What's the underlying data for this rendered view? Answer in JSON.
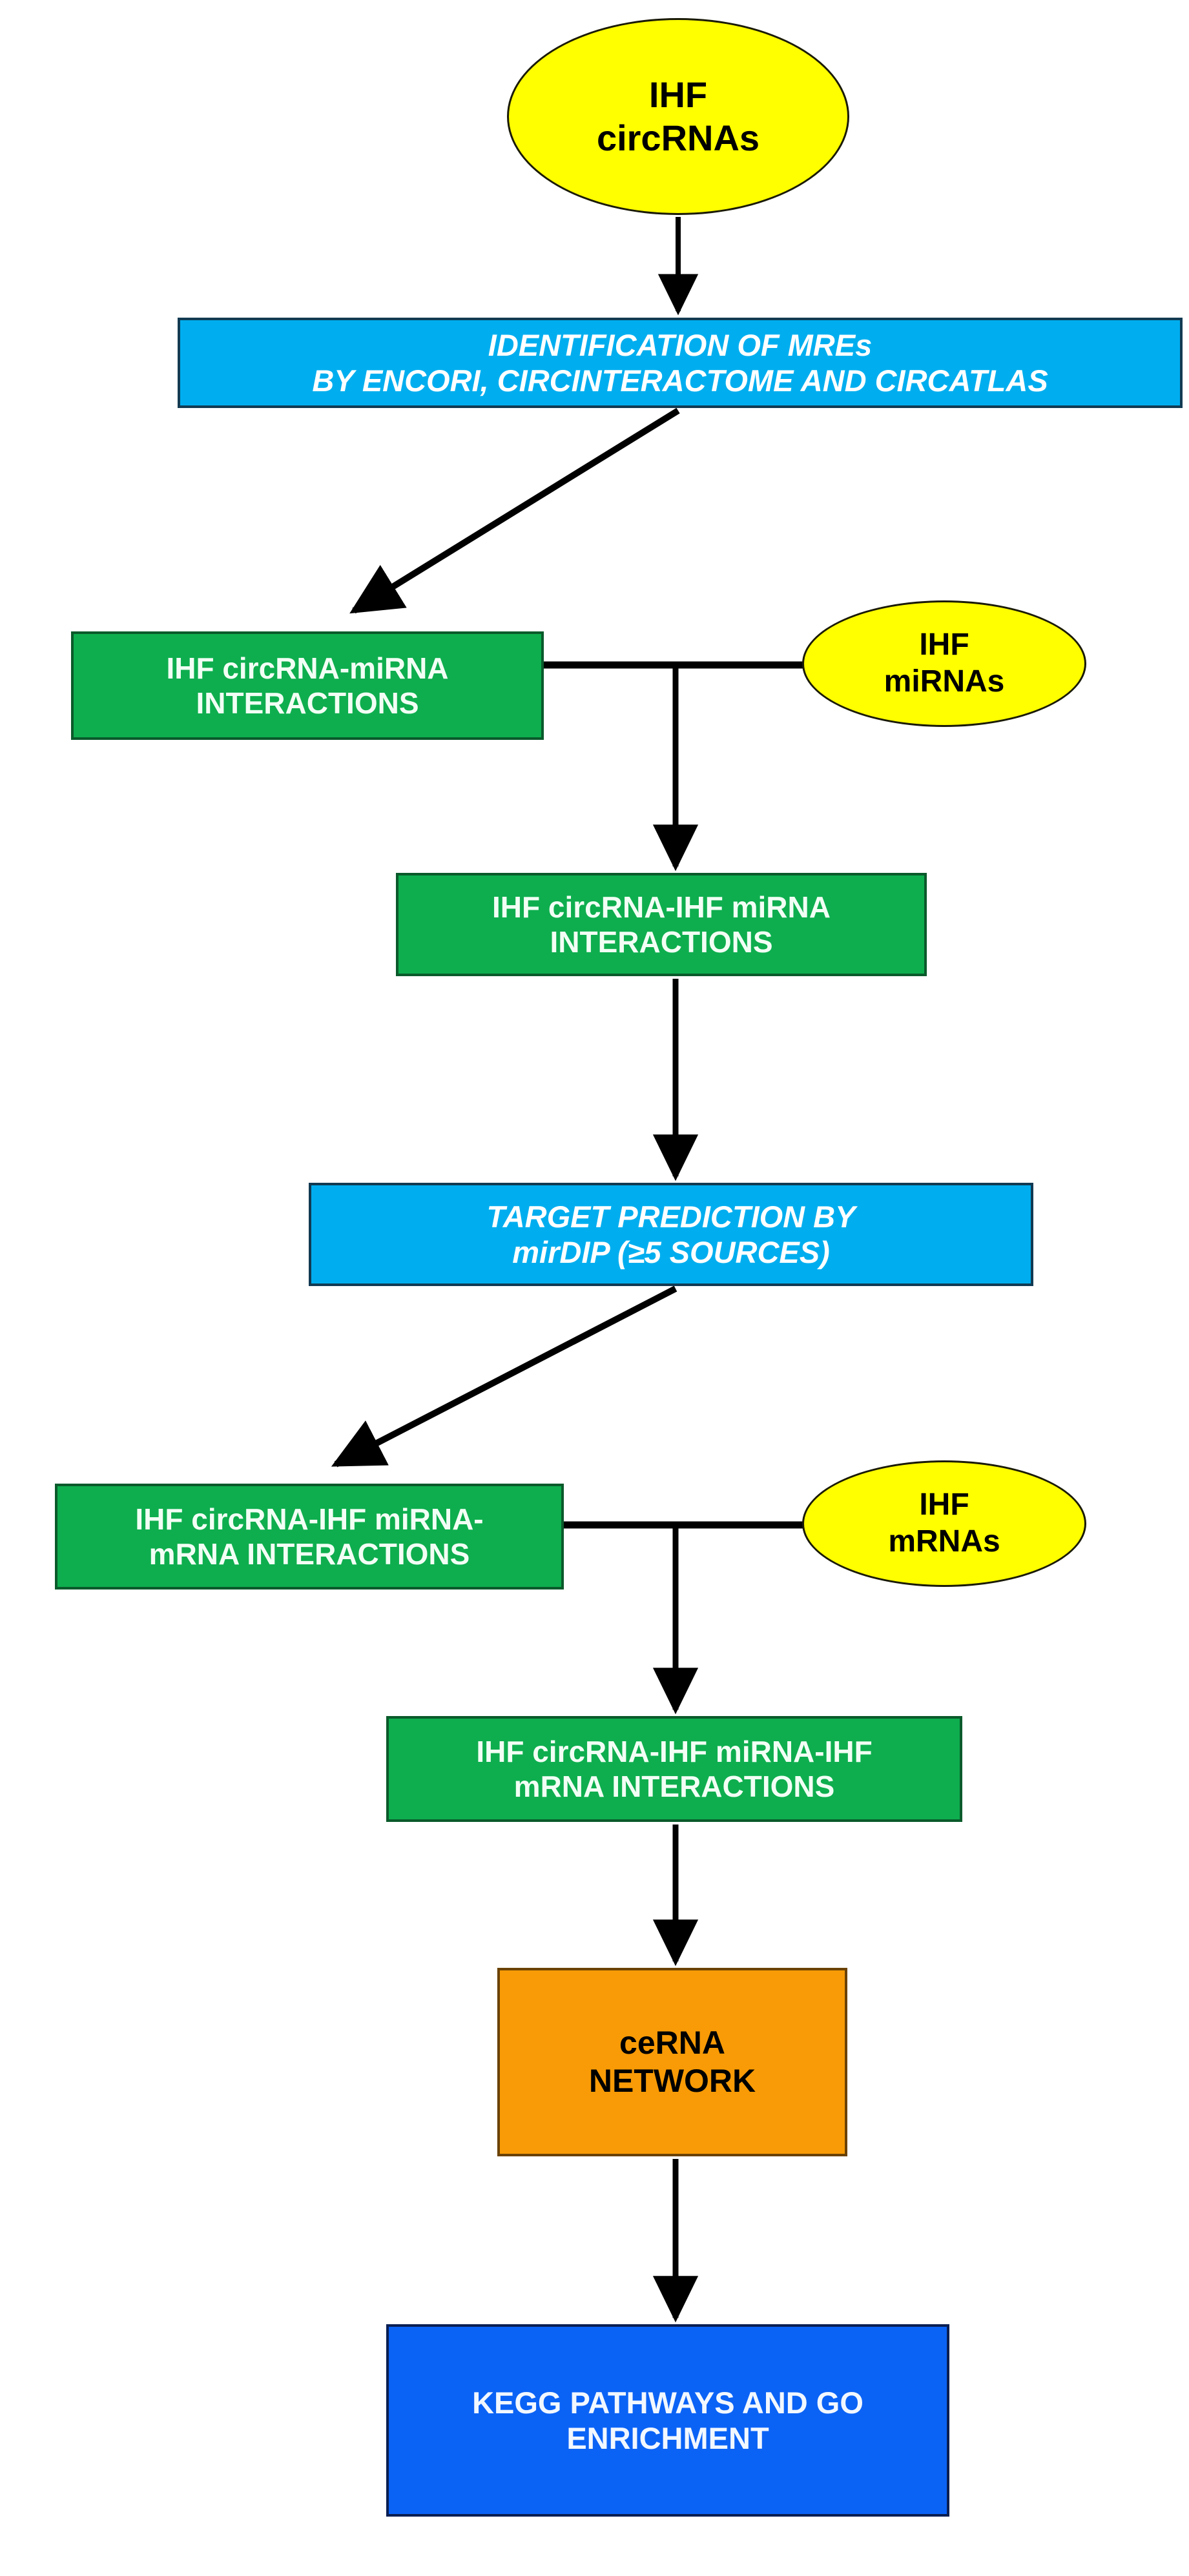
{
  "diagram": {
    "title": "IHF circRNA ceRNA network construction workflow",
    "background": "#ffffff",
    "colors": {
      "terminator_fill": "#ffff00",
      "process_lightblue_fill": "#00aeef",
      "result_green_fill": "#0eae4e",
      "network_orange_fill": "#f99b06",
      "enrichment_blue_fill": "#0b63f6",
      "edge_stroke": "#000000",
      "light_text": "#ffffff",
      "dark_text": "#000000"
    }
  },
  "nodes": {
    "circ_rnas": {
      "label": "IHF\ncircRNAs",
      "shape": "ellipse",
      "fill": "#ffff00"
    },
    "identification": {
      "label": "IDENTIFICATION OF  MREs\nBY ENCORI, CIRCINTERACTOME AND CIRCATLAS",
      "shape": "rectangle",
      "fill": "#00aeef"
    },
    "circ_mirna_interactions": {
      "label": "IHF circRNA-miRNA\nINTERACTIONS",
      "shape": "rectangle",
      "fill": "#0eae4e"
    },
    "mi_rnas": {
      "label": "IHF\nmiRNAs",
      "shape": "ellipse",
      "fill": "#ffff00"
    },
    "circ_ihfmirna_interactions": {
      "label": "IHF circRNA-IHF miRNA\nINTERACTIONS",
      "shape": "rectangle",
      "fill": "#0eae4e"
    },
    "target_prediction": {
      "label": "TARGET PREDICTION BY\nmirDIP (≥5 SOURCES)",
      "shape": "rectangle",
      "fill": "#00aeef"
    },
    "circ_mirna_mrna_interactions": {
      "label": "IHF circRNA-IHF miRNA-\nmRNA INTERACTIONS",
      "shape": "rectangle",
      "fill": "#0eae4e"
    },
    "m_rnas": {
      "label": "IHF\nmRNAs",
      "shape": "ellipse",
      "fill": "#ffff00"
    },
    "full_interactions": {
      "label": "IHF circRNA-IHF miRNA-IHF\nmRNA INTERACTIONS",
      "shape": "rectangle",
      "fill": "#0eae4e"
    },
    "cerna_network": {
      "label": "ceRNA\nNETWORK",
      "shape": "rectangle",
      "fill": "#f99b06"
    },
    "kegg_go": {
      "label": "KEGG PATHWAYS  AND GO\nENRICHMENT",
      "shape": "rectangle",
      "fill": "#0b63f6"
    }
  },
  "edges": [
    {
      "from": "circ_rnas",
      "to": "identification",
      "style": "straight-down-arrow"
    },
    {
      "from": "identification",
      "to": "circ_mirna_interactions",
      "style": "diagonal-down-left-arrow"
    },
    {
      "from": "circ_mirna_interactions",
      "to": "mi_rnas",
      "style": "horizontal-join"
    },
    {
      "from": "mi_rnas_join",
      "to": "circ_ihfmirna_interactions",
      "style": "straight-down-arrow"
    },
    {
      "from": "circ_ihfmirna_interactions",
      "to": "target_prediction",
      "style": "straight-down-arrow"
    },
    {
      "from": "target_prediction",
      "to": "circ_mirna_mrna_interactions",
      "style": "diagonal-down-left-arrow"
    },
    {
      "from": "circ_mirna_mrna_interactions",
      "to": "m_rnas",
      "style": "horizontal-join"
    },
    {
      "from": "m_rnas_join",
      "to": "full_interactions",
      "style": "straight-down-arrow"
    },
    {
      "from": "full_interactions",
      "to": "cerna_network",
      "style": "straight-down-arrow"
    },
    {
      "from": "cerna_network",
      "to": "kegg_go",
      "style": "straight-down-arrow"
    }
  ]
}
